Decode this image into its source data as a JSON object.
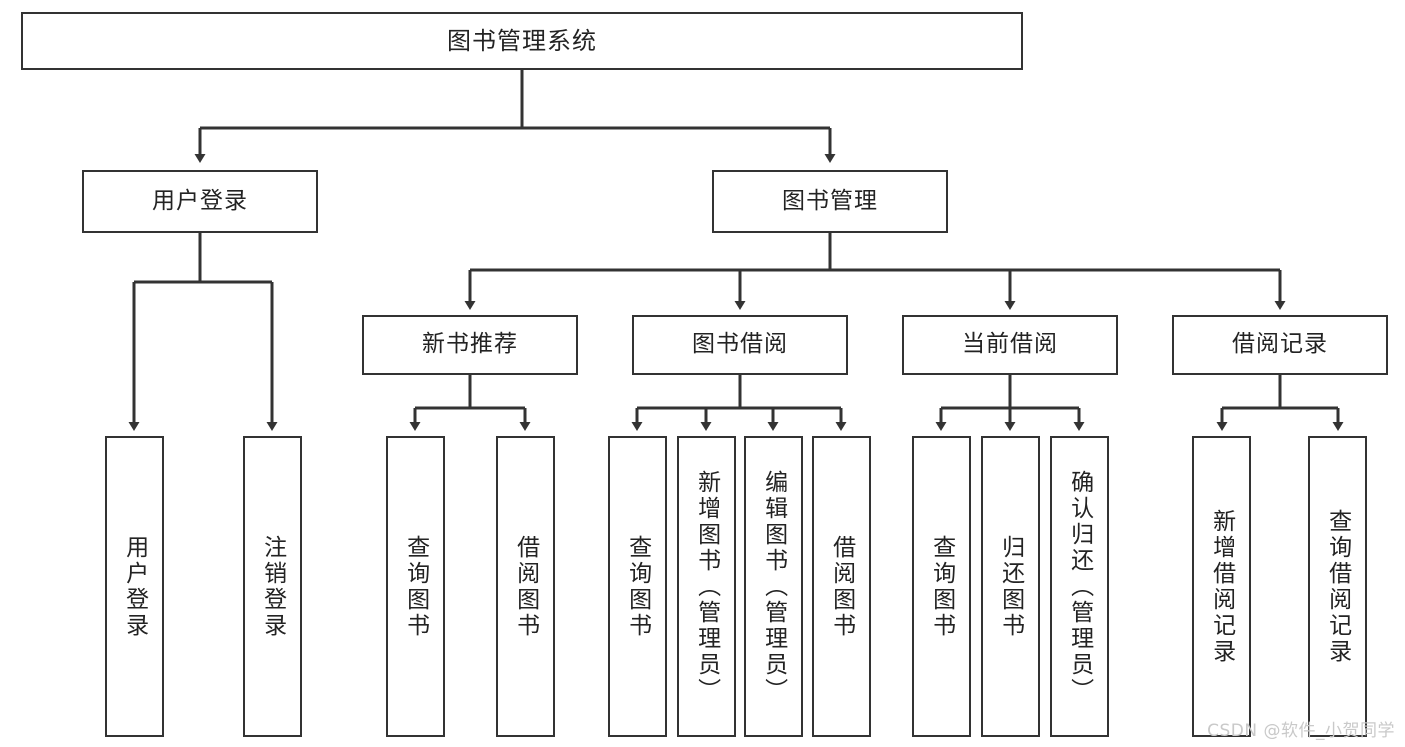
{
  "diagram": {
    "title": "图书管理系统",
    "type": "tree",
    "watermark": "CSDN @软件_小贺同学",
    "colors": {
      "box_border": "#333333",
      "box_fill": "#ffffff",
      "edge": "#333333",
      "text": "#232323",
      "watermark": "#c9c9c9",
      "background": "#ffffff"
    },
    "nodes": {
      "root": {
        "label": "图书管理系统"
      },
      "level2": [
        {
          "id": "user-login",
          "label": "用户登录"
        },
        {
          "id": "book-manage",
          "label": "图书管理"
        }
      ],
      "level3": [
        {
          "id": "new-book-recommend",
          "label": "新书推荐"
        },
        {
          "id": "book-borrow",
          "label": "图书借阅"
        },
        {
          "id": "current-borrow",
          "label": "当前借阅"
        },
        {
          "id": "borrow-record",
          "label": "借阅记录"
        }
      ],
      "leaves": {
        "user_login": [
          {
            "id": "leaf-user-login",
            "label": "用户登录"
          },
          {
            "id": "leaf-logout-login",
            "label": "注销登录"
          }
        ],
        "new_book_recommend": [
          {
            "id": "leaf-query-book-1",
            "label": "查询图书"
          },
          {
            "id": "leaf-borrow-book-1",
            "label": "借阅图书"
          }
        ],
        "book_borrow": [
          {
            "id": "leaf-query-book-2",
            "label": "查询图书"
          },
          {
            "id": "leaf-add-book",
            "label": "新增图书（管理员）"
          },
          {
            "id": "leaf-edit-book",
            "label": "编辑图书（管理员）"
          },
          {
            "id": "leaf-borrow-book-2",
            "label": "借阅图书"
          }
        ],
        "current_borrow": [
          {
            "id": "leaf-query-book-3",
            "label": "查询图书"
          },
          {
            "id": "leaf-return-book",
            "label": "归还图书"
          },
          {
            "id": "leaf-confirm-return",
            "label": "确认归还（管理员）"
          }
        ],
        "borrow_record": [
          {
            "id": "leaf-add-borrow-record",
            "label": "新增借阅记录"
          },
          {
            "id": "leaf-query-borrow-record",
            "label": "查询借阅记录"
          }
        ]
      }
    }
  }
}
